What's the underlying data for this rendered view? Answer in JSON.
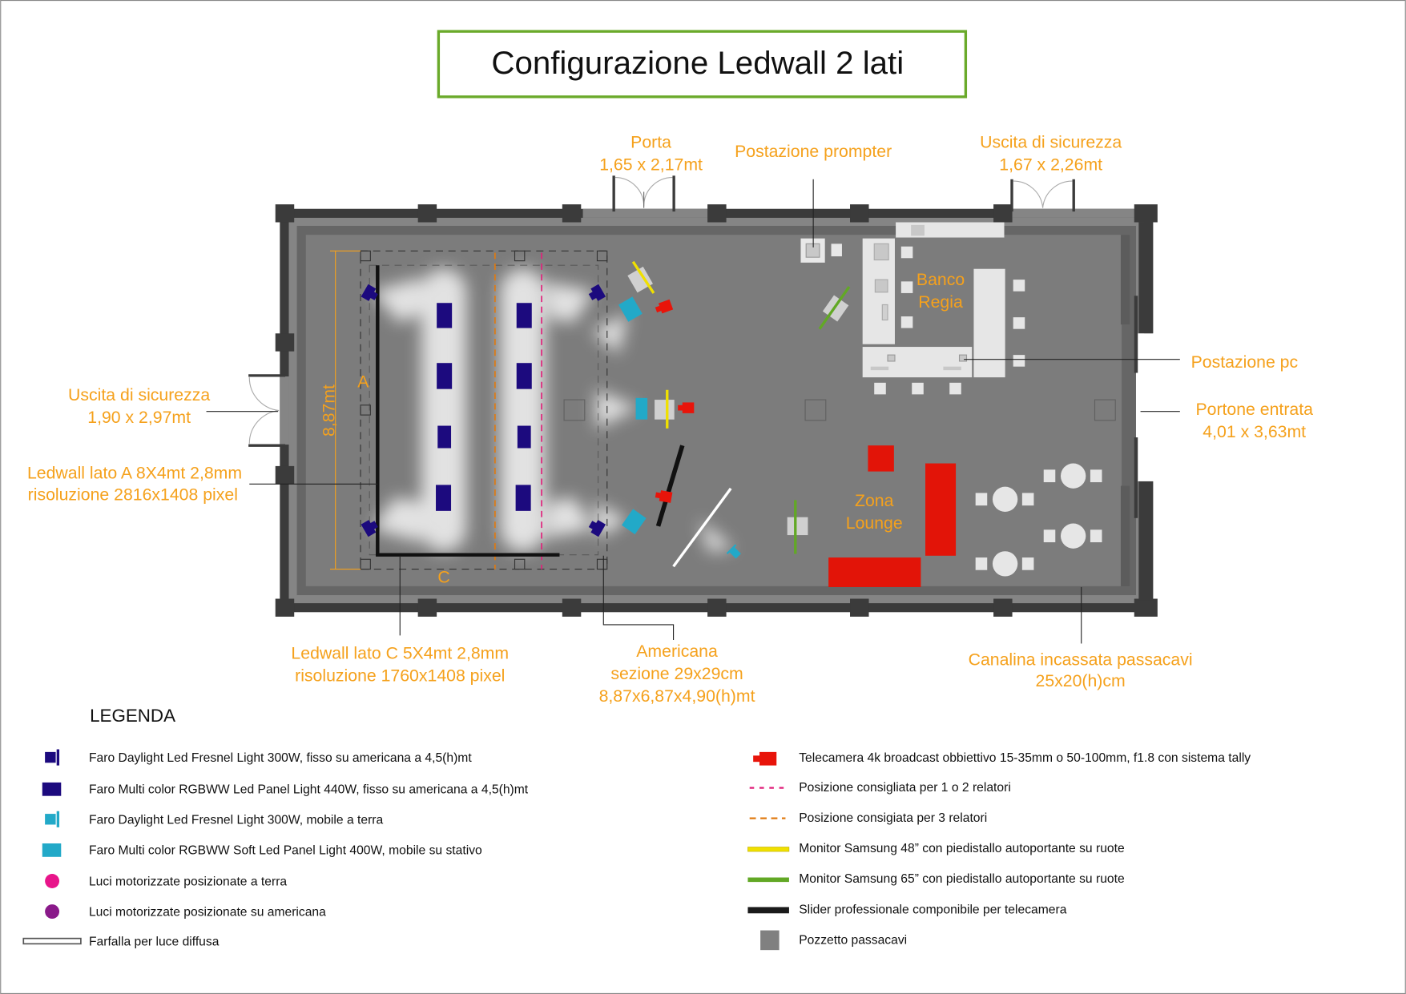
{
  "title": "Configurazione Ledwall 2 lati",
  "colors": {
    "accent_orange": "#f5a11c",
    "title_border": "#6aaa2a",
    "led_panel": "#1c0a7e",
    "soft_panel": "#22a9c8",
    "camera": "#e8140a",
    "monitor48": "#f0e000",
    "monitor65": "#62a825",
    "wall": "#3b3b3b",
    "floor": "#7c7c7c",
    "lounge": "#e21408",
    "magenta": "#e0207a"
  },
  "plan": {
    "door_top": {
      "name": "Porta",
      "size": "1,65 x 2,17mt"
    },
    "prompter": "Postazione prompter",
    "exit_top": {
      "name": "Uscita di sicurezza",
      "size": "1,67 x 2,26mt"
    },
    "pc": "Postazione pc",
    "entrance": {
      "name": "Portone entrata",
      "size": "4,01 x 3,63mt"
    },
    "exit_left": {
      "name": "Uscita di sicurezza",
      "size": "1,90 x 2,97mt"
    },
    "ledwall_a": {
      "line1": "Ledwall lato A 8X4mt 2,8mm",
      "line2": "risoluzione 2816x1408 pixel",
      "letter": "A"
    },
    "ledwall_c": {
      "line1": "Ledwall lato C 5X4mt 2,8mm",
      "line2": "risoluzione 1760x1408 pixel",
      "letter": "C"
    },
    "truss": {
      "line1": "Americana",
      "line2": "sezione 29x29cm",
      "line3": "8,87x6,87x4,90(h)mt"
    },
    "cable": {
      "line1": "Canalina incassata passacavi",
      "line2": "25x20(h)cm"
    },
    "dimension": "8,87mt",
    "banco_regia": {
      "line1": "Banco",
      "line2": "Regia"
    },
    "lounge": {
      "line1": "Zona",
      "line2": "Lounge"
    }
  },
  "legend": {
    "title": "LEGENDA",
    "left": [
      {
        "icon": "fresnel-fixed-icon",
        "label": "Faro Daylight Led Fresnel Light 300W, fisso su americana a 4,5(h)mt"
      },
      {
        "icon": "led-panel-fixed-icon",
        "label": "Faro Multi color RGBWW Led Panel Light 440W, fisso su americana a 4,5(h)mt"
      },
      {
        "icon": "fresnel-floor-icon",
        "label": "Faro Daylight Led Fresnel Light 300W, mobile a terra"
      },
      {
        "icon": "soft-panel-icon",
        "label": "Faro Multi color RGBWW Soft Led Panel Light 400W, mobile su stativo"
      },
      {
        "icon": "moving-light-floor-icon",
        "label": "Luci motorizzate posizionate a terra"
      },
      {
        "icon": "moving-light-truss-icon",
        "label": "Luci motorizzate posizionate su americana"
      },
      {
        "icon": "butterfly-diffuser-icon",
        "label": "Farfalla per luce diffusa"
      }
    ],
    "right": [
      {
        "icon": "camera-icon",
        "label": "Telecamera 4k broadcast obbiettivo 15-35mm o 50-100mm, f1.8 con sistema tally"
      },
      {
        "icon": "magenta-dash-icon",
        "label": "Posizione consigliata per 1 o 2 relatori"
      },
      {
        "icon": "orange-dash-icon",
        "label": "Posizione consigiata per 3 relatori"
      },
      {
        "icon": "monitor-48-icon",
        "label": "Monitor Samsung 48” con piedistallo autoportante su ruote"
      },
      {
        "icon": "monitor-65-icon",
        "label": "Monitor Samsung 65” con piedistallo autoportante su ruote"
      },
      {
        "icon": "slider-icon",
        "label": "Slider professionale componibile per telecamera"
      },
      {
        "icon": "cable-pit-icon",
        "label": "Pozzetto passacavi"
      }
    ]
  }
}
